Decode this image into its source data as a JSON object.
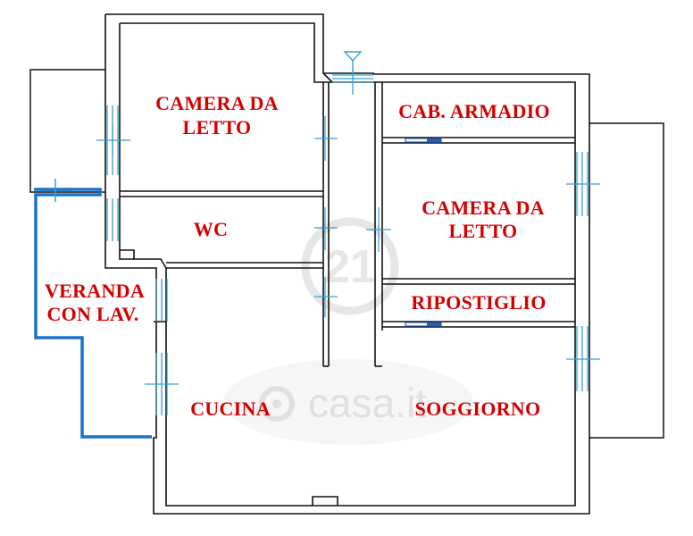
{
  "colors": {
    "wall": "#111111",
    "wall_fill": "#f2f2f2",
    "label": "#d40000",
    "window": "#3a9fd0",
    "veranda": "#1a73c8",
    "door": "#2a5db0",
    "watermark": "#e3e3e3"
  },
  "rooms": {
    "camera_1": {
      "line1": "CAMERA DA",
      "line2": "LETTO"
    },
    "wc": {
      "label": "WC"
    },
    "veranda": {
      "line1": "VERANDA",
      "line2": "CON LAV."
    },
    "cucina": {
      "label": "CUCINA"
    },
    "cab_armadio": {
      "label": "CAB. ARMADIO"
    },
    "camera_2": {
      "line1": "CAMERA DA",
      "line2": "LETTO"
    },
    "ripostiglio": {
      "label": "RIPOSTIGLIO"
    },
    "soggiorno": {
      "label": "SOGGIORNO"
    }
  },
  "watermark": {
    "logo_text": "21",
    "brand_text": "casa.it"
  },
  "icons": {
    "antenna": "antenna-icon",
    "brand": "casa-logo-icon"
  }
}
